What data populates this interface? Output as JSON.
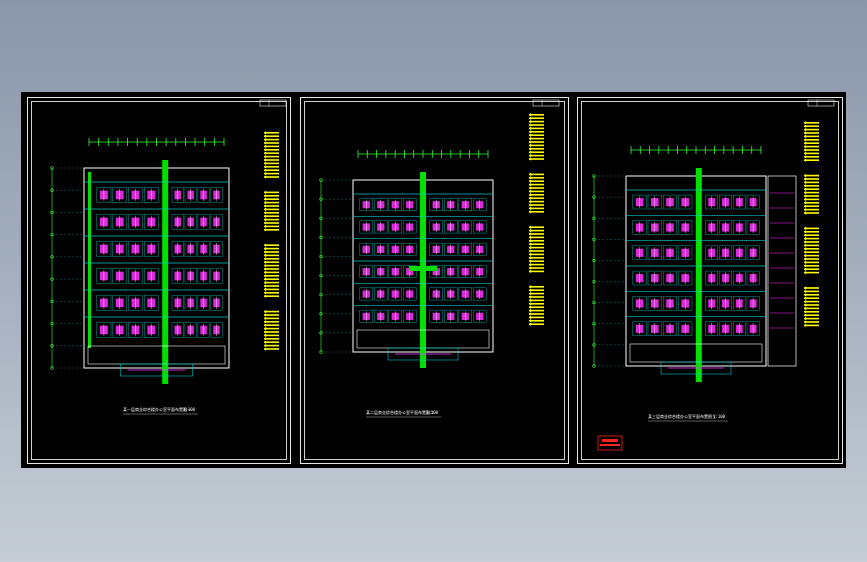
{
  "canvas": {
    "background_color": "#000000",
    "desktop_color": "#9aa5b4"
  },
  "colors": {
    "frame": "#e8e8e8",
    "wall": "#ffffff",
    "corridor": "#00e000",
    "grid_line": "#00c8c8",
    "room_fill": "#ff33ff",
    "dimension": "#33ff33",
    "legend_text": "#ffff00",
    "stamp": "#ff2020"
  },
  "sheets": [
    {
      "id": "sheet-1",
      "plan_title": "某一层商业综合楼办公室平面布置图一",
      "scale_label": "1:100"
    },
    {
      "id": "sheet-2",
      "plan_title": "某二层商业综合楼办公室平面布置图二",
      "scale_label": "1:100"
    },
    {
      "id": "sheet-3",
      "plan_title": "某三层商业综合楼办公室平面布置图三",
      "scale_label": "1:100",
      "stamp": true
    }
  ]
}
